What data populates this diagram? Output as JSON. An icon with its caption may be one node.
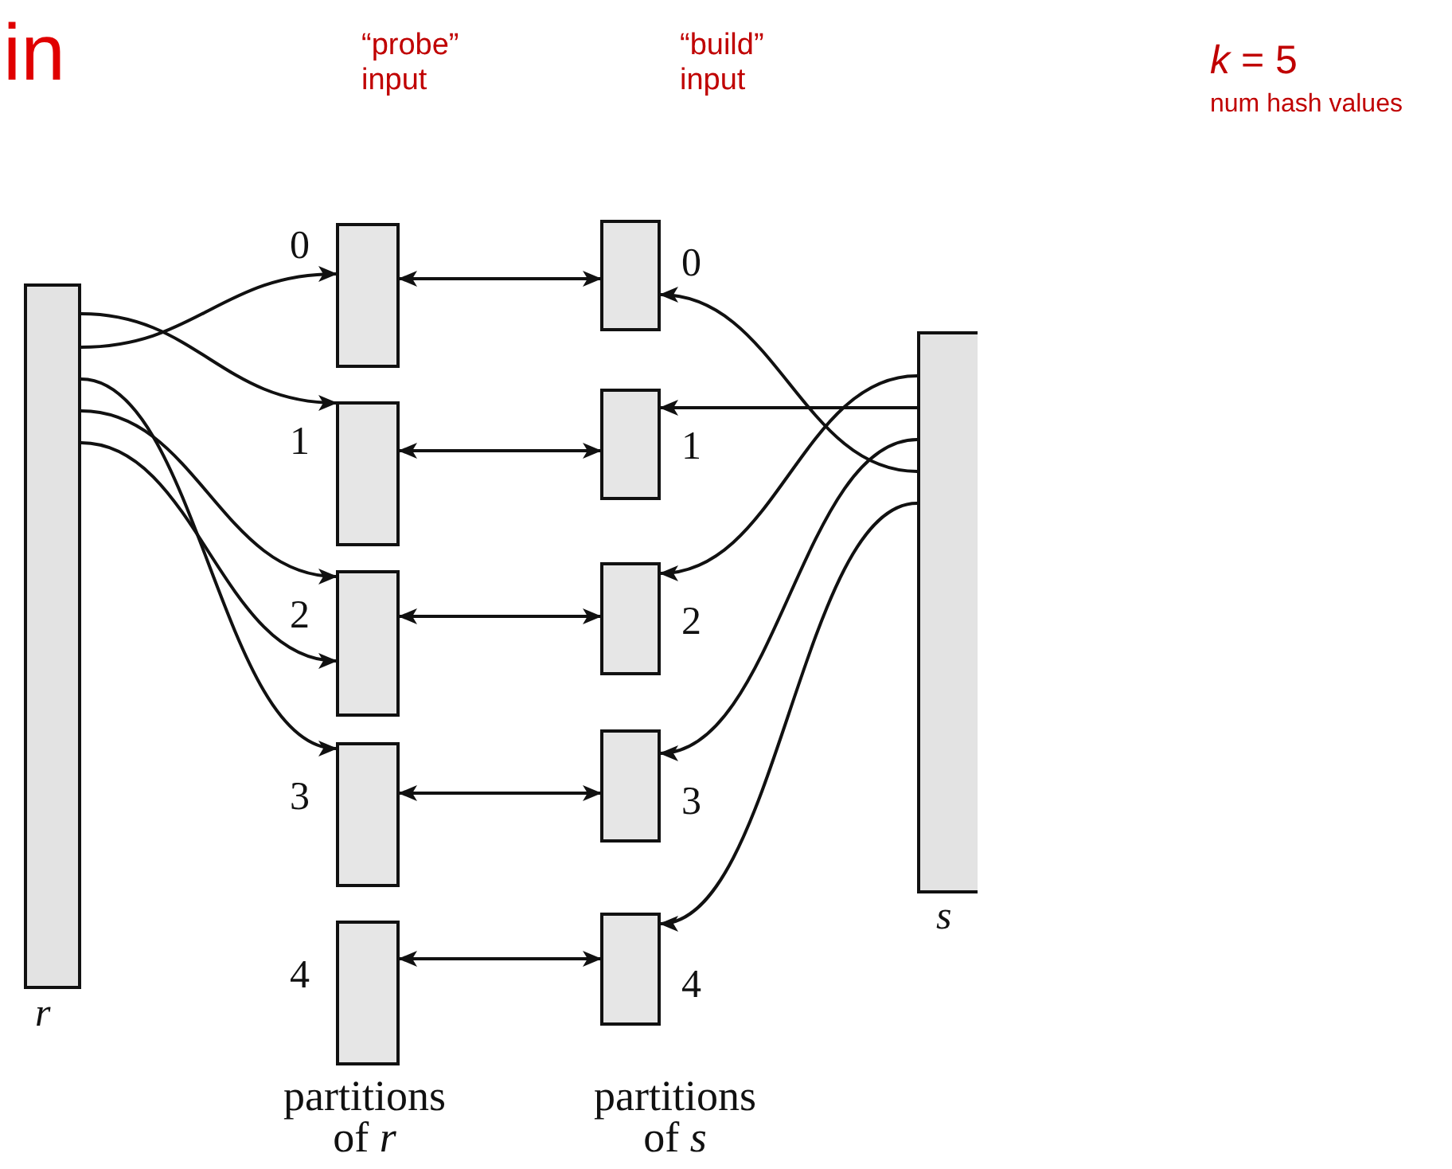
{
  "diagram": {
    "nodes": [
      {
        "text": [],
        "shape": "bar",
        "beside": [
          "r"
        ]
      },
      {
        "text": [],
        "shape": "bar",
        "beside": [
          "s"
        ]
      },
      {
        "text": [],
        "shape": "box",
        "beside": [
          "0"
        ]
      },
      {
        "text": [],
        "shape": "box",
        "beside": [
          "1"
        ]
      },
      {
        "text": [],
        "shape": "box",
        "beside": [
          "2"
        ]
      },
      {
        "text": [],
        "shape": "box",
        "beside": [
          "3"
        ]
      },
      {
        "text": [],
        "shape": "box",
        "beside": [
          "4"
        ]
      },
      {
        "text": [],
        "shape": "box",
        "beside": [
          "0"
        ]
      },
      {
        "text": [],
        "shape": "box",
        "beside": [
          "1"
        ]
      },
      {
        "text": [],
        "shape": "box",
        "beside": [
          "2"
        ]
      },
      {
        "text": [],
        "shape": "box",
        "beside": [
          "3"
        ]
      },
      {
        "text": [],
        "shape": "box",
        "beside": [
          "4"
        ]
      }
    ],
    "edges": [
      {
        "from": 0,
        "to": 3,
        "arrow": "to"
      },
      {
        "from": 0,
        "to": 2,
        "arrow": "to"
      },
      {
        "from": 0,
        "to": 5,
        "arrow": "to"
      },
      {
        "from": 0,
        "to": 4,
        "arrow": "to"
      },
      {
        "from": 0,
        "to": 4,
        "arrow": "to"
      },
      {
        "from": 1,
        "to": 9,
        "arrow": "to"
      },
      {
        "from": 1,
        "to": 8,
        "arrow": "to"
      },
      {
        "from": 1,
        "to": 10,
        "arrow": "to"
      },
      {
        "from": 1,
        "to": 7,
        "arrow": "to"
      },
      {
        "from": 1,
        "to": 11,
        "arrow": "to"
      },
      {
        "from": 2,
        "to": 7,
        "arrow": "both"
      },
      {
        "from": 3,
        "to": 8,
        "arrow": "both"
      },
      {
        "from": 4,
        "to": 9,
        "arrow": "both"
      },
      {
        "from": 5,
        "to": 10,
        "arrow": "both"
      },
      {
        "from": 6,
        "to": 11,
        "arrow": "both"
      }
    ],
    "labels": [
      "in",
      "“probe” input",
      "“build” input",
      "*k* = 5",
      "num hash values",
      "partitions of *r*",
      "partitions of *s*"
    ]
  }
}
